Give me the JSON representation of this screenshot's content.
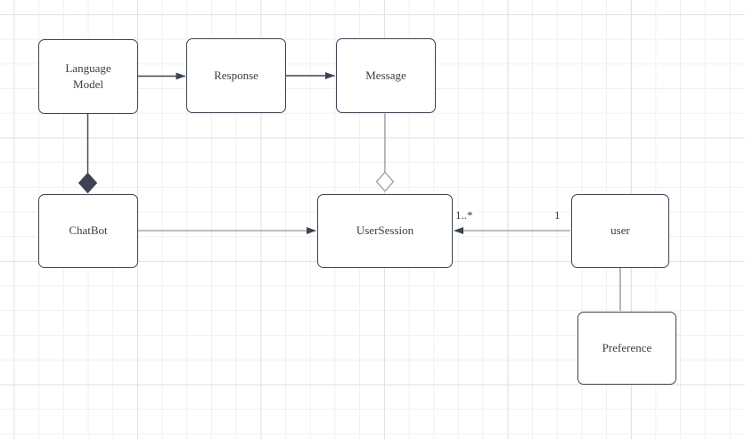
{
  "diagram": {
    "kind": "uml-class-diagram",
    "nodes": [
      {
        "id": "language-model",
        "label": "Language Model"
      },
      {
        "id": "response",
        "label": "Response"
      },
      {
        "id": "message",
        "label": "Message"
      },
      {
        "id": "chatbot",
        "label": "ChatBot"
      },
      {
        "id": "user-session",
        "label": "UserSession"
      },
      {
        "id": "user",
        "label": "user"
      },
      {
        "id": "preference",
        "label": "Preference"
      }
    ],
    "edges": [
      {
        "from": "Language Model",
        "to": "Response",
        "type": "directed-arrow"
      },
      {
        "from": "Response",
        "to": "Message",
        "type": "directed-arrow"
      },
      {
        "from": "Language Model",
        "to": "ChatBot",
        "type": "composition-filled-diamond"
      },
      {
        "from": "Message",
        "to": "UserSession",
        "type": "aggregation-hollow-diamond"
      },
      {
        "from": "ChatBot",
        "to": "UserSession",
        "type": "directed-arrow"
      },
      {
        "from": "user",
        "to": "UserSession",
        "type": "directed-arrow",
        "source_label": "1",
        "target_label": "1..*"
      },
      {
        "from": "user",
        "to": "Preference",
        "type": "plain-line"
      }
    ],
    "colors": {
      "canvas_background": "#ffffff",
      "grid_minor": "#f0f0f0",
      "grid_major": "#e2e2e2",
      "node_fill": "#ffffff",
      "node_border": "#3d4450",
      "node_text": "#3d3d3d",
      "connector_dark": "#3d4450",
      "connector_gray": "#95989c",
      "hollow_diamond_stroke": "#9a9da2",
      "arrowhead_fill": "#3d4450"
    }
  }
}
